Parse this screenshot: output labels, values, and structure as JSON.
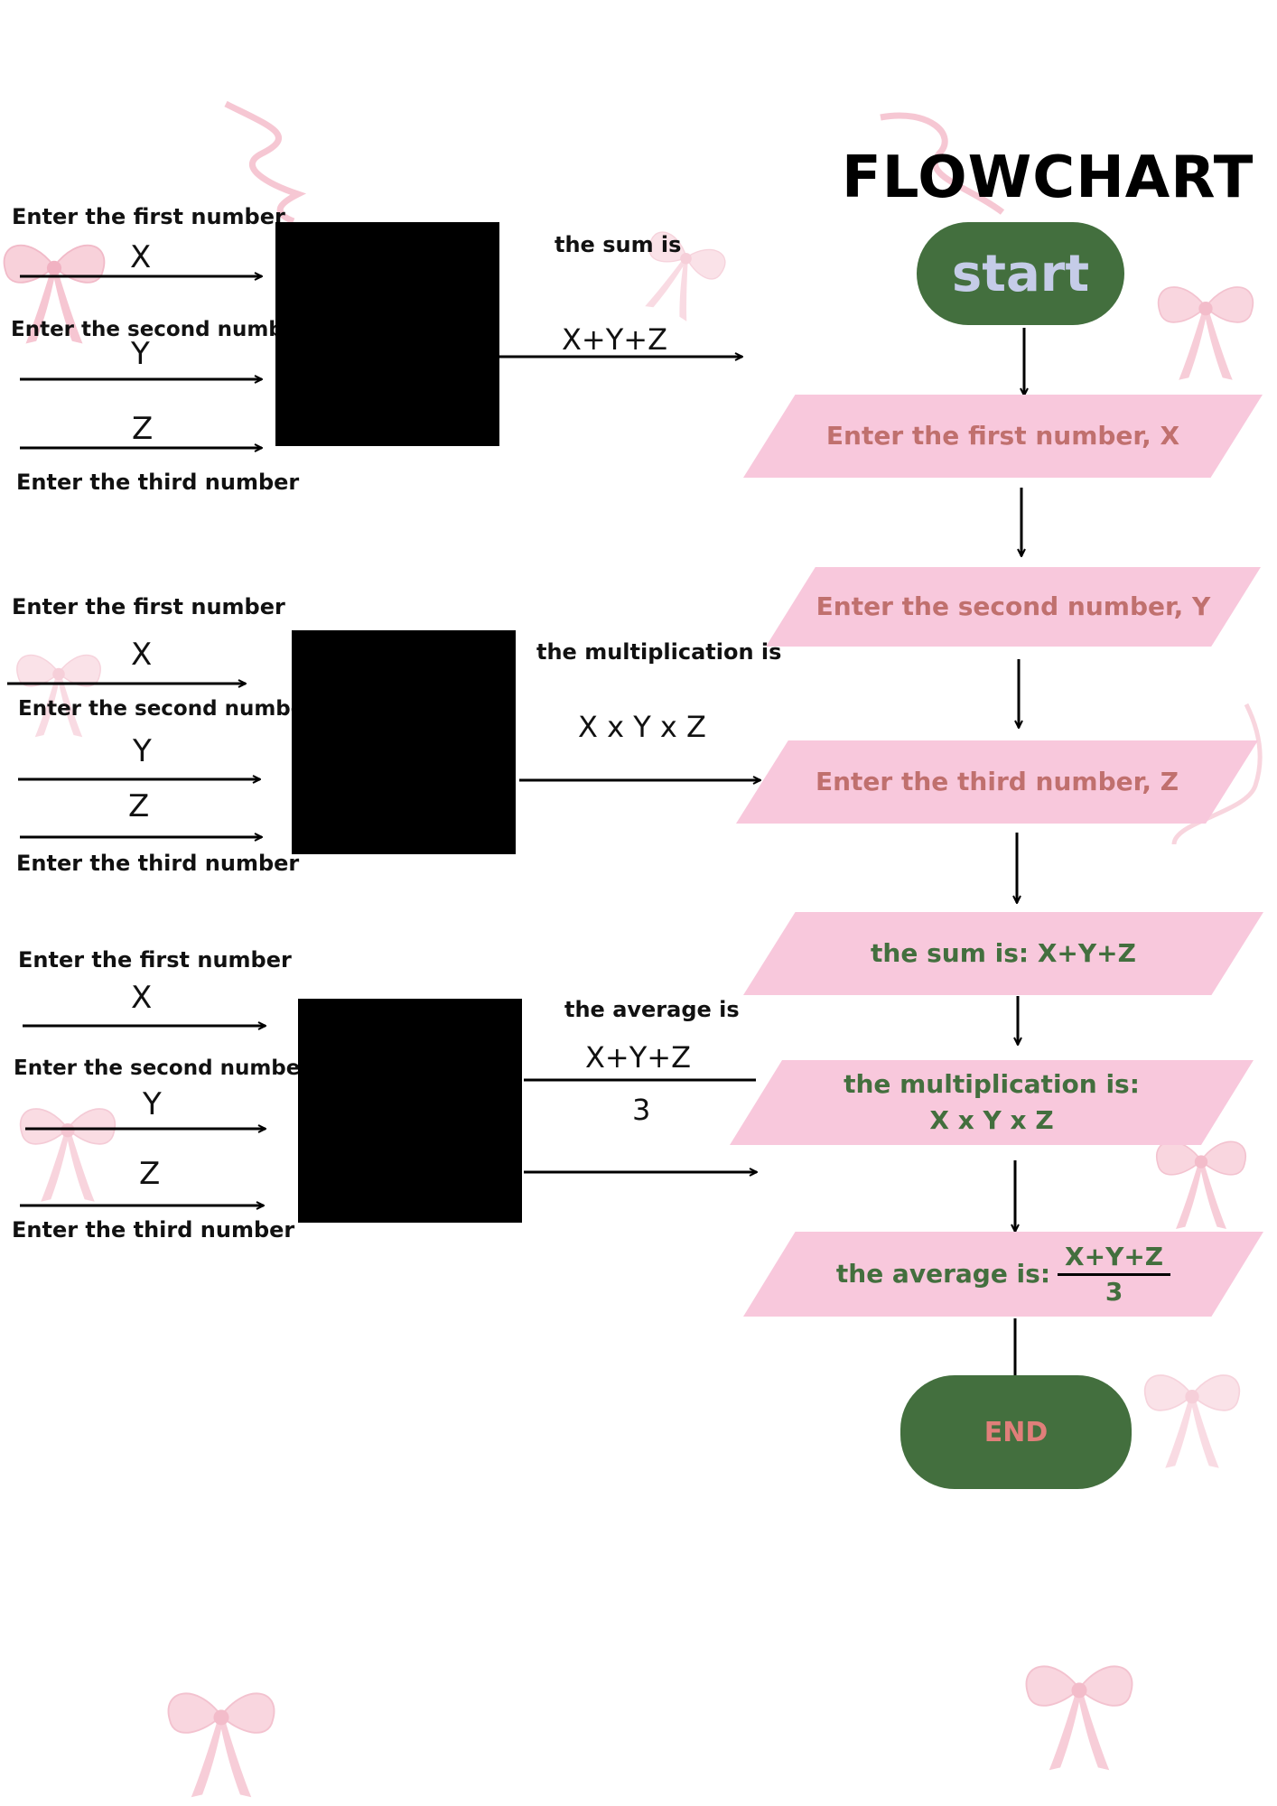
{
  "title": "FLOWCHART",
  "flowchart": {
    "start": "start",
    "steps": [
      "Enter the first number, X",
      "Enter the second number, Y",
      "Enter the third number, Z",
      "the sum is: X+Y+Z",
      "the multiplication is:",
      "X x Y x Z",
      "the average is:",
      "X+Y+Z",
      "3"
    ],
    "end": "END"
  },
  "sum_block": {
    "input1": "Enter the first number",
    "var1": "X",
    "input2": "Enter the second number",
    "var2": "Y",
    "var3": "Z",
    "input3": "Enter the third number",
    "output_label": "the sum is",
    "output_value": "X+Y+Z"
  },
  "mult_block": {
    "input1": "Enter the first number",
    "var1": "X",
    "input2": "Enter the second number",
    "var2": "Y",
    "var3": "Z",
    "input3": "Enter the third number",
    "output_label": "the multiplication is",
    "output_value": "X x Y x Z"
  },
  "avg_block": {
    "input1": "Enter the first number",
    "var1": "X",
    "input2": "Enter the second number",
    "var2": "Y",
    "var3": "Z",
    "input3": "Enter the third number",
    "output_label": "the average is",
    "numerator": "X+Y+Z",
    "denominator": "3"
  },
  "colors": {
    "terminal_fill": "#436f3e",
    "start_text": "#c5cce8",
    "end_text": "#e07f7a",
    "parallelogram_fill": "#f8c8dc",
    "input_text": "#c0706e",
    "output_text": "#436f3e",
    "bow": "#f4b9c8"
  },
  "icons": [
    "bow-ribbon-icon"
  ]
}
